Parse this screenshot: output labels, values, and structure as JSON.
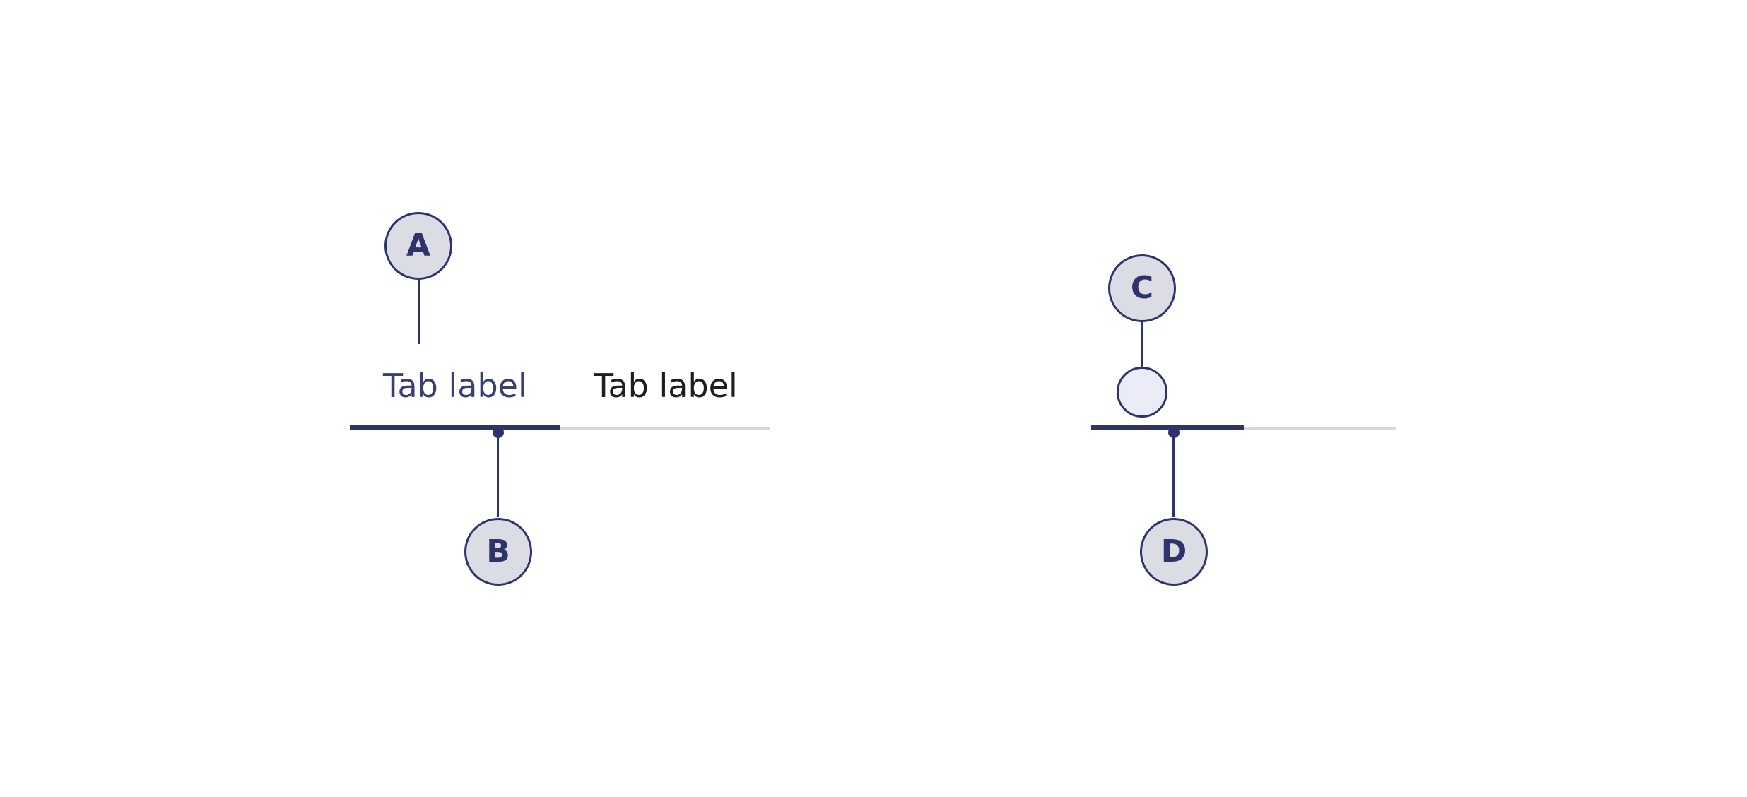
{
  "colors": {
    "accent": "#2f336b",
    "marker_fill": "#dcdce4",
    "active_label": "#3a3e77",
    "inactive_label": "#1e1e22",
    "track": "#d9d9d9",
    "icon_fill": "#ececf8",
    "background": "#ffffff"
  },
  "left_example": {
    "tabs": [
      {
        "label": "Tab label",
        "state": "active"
      },
      {
        "label": "Tab label",
        "state": "inactive"
      }
    ],
    "markers": {
      "label_callout": "A",
      "indicator_callout": "B"
    }
  },
  "right_example": {
    "icon": "circle-placeholder-icon",
    "markers": {
      "icon_callout": "C",
      "indicator_callout": "D"
    }
  }
}
